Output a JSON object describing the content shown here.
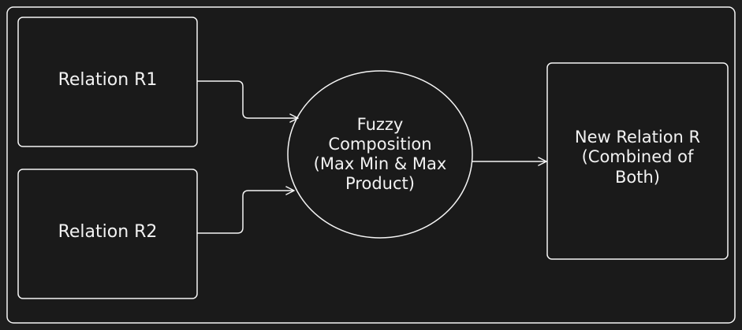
{
  "colors": {
    "background": "#1e1e1e",
    "stroke": "#f5f5f5",
    "text": "#f2f2f2"
  },
  "nodes": {
    "r1": {
      "label": "Relation R1"
    },
    "r2": {
      "label": "Relation R2"
    },
    "composition": {
      "lines": [
        "Fuzzy",
        "Composition",
        "(Max Min & Max",
        "Product)"
      ]
    },
    "result": {
      "lines": [
        "New Relation R",
        "(Combined of",
        "Both)"
      ]
    }
  }
}
